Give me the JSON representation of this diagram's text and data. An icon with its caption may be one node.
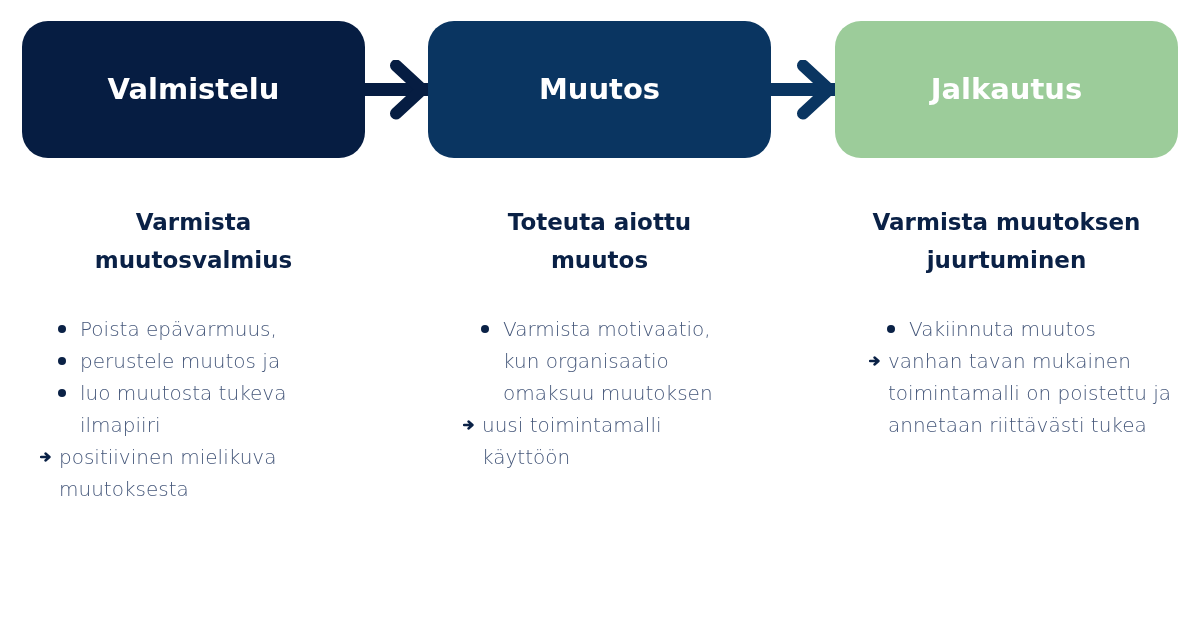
{
  "diagram": {
    "nodes": [
      {
        "text": [
          "Valmistelu"
        ],
        "beside": [
          "Varmista muutosvalmius",
          "Poista epävarmuus,",
          "perustele muutos ja",
          "luo muutosta tukeva ilmapiiri",
          "positiivinen mielikuva muutoksesta"
        ]
      },
      {
        "text": [
          "Muutos"
        ],
        "beside": [
          "Toteuta aiottu muutos",
          "Varmista motivaatio, kun organisaatio omaksuu muutoksen",
          "uusi toimintamalli käyttöön"
        ]
      },
      {
        "text": [
          "Jalkautus"
        ],
        "beside": [
          "Varmista muutoksen juurtuminen",
          "Vakiinnuta muutos",
          "vanhan tavan mukainen toimintamalli on poistettu ja annetaan riittävästi tukea"
        ]
      }
    ],
    "edges": [
      {
        "from": 0,
        "to": 1,
        "arrow": "to",
        "color": "#061d42"
      },
      {
        "from": 1,
        "to": 2,
        "arrow": "to",
        "color": "#0a3561"
      }
    ]
  }
}
